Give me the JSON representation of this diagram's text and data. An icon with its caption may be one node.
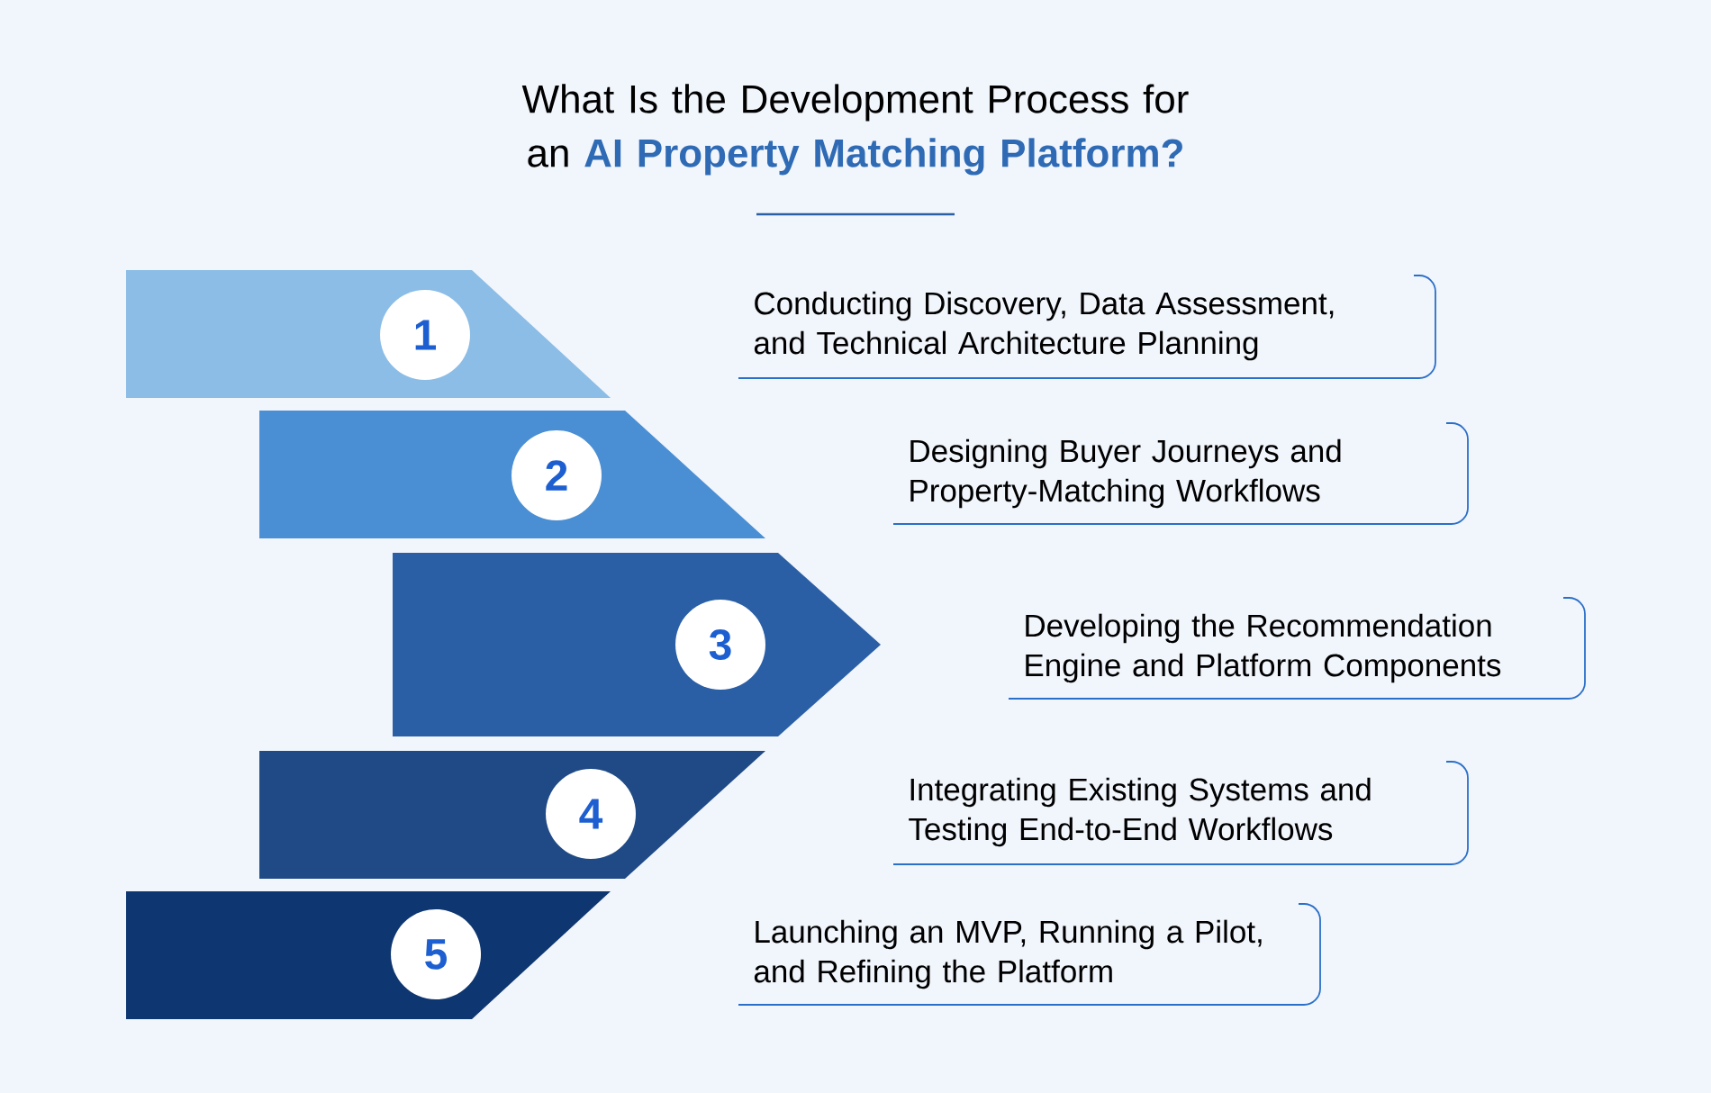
{
  "diagram": {
    "title": "What Is the Development Process for an **AI Property Matching Platform?**",
    "nodes": [
      {
        "text": [
          "1"
        ]
      },
      {
        "text": [
          "Conducting Discovery, Data Assessment, and Technical Architecture Planning"
        ]
      },
      {
        "text": [
          "2"
        ]
      },
      {
        "text": [
          "Designing Buyer Journeys and Property-Matching Workflows"
        ]
      },
      {
        "text": [
          "3"
        ]
      },
      {
        "text": [
          "Developing the Recommendation Engine and Platform Components"
        ]
      },
      {
        "text": [
          "4"
        ]
      },
      {
        "text": [
          "Integrating Existing Systems and Testing End-to-End Workflows"
        ]
      },
      {
        "text": [
          "5"
        ]
      },
      {
        "text": [
          "Launching an MVP, Running a Pilot, and Refining the Platform"
        ]
      }
    ]
  }
}
